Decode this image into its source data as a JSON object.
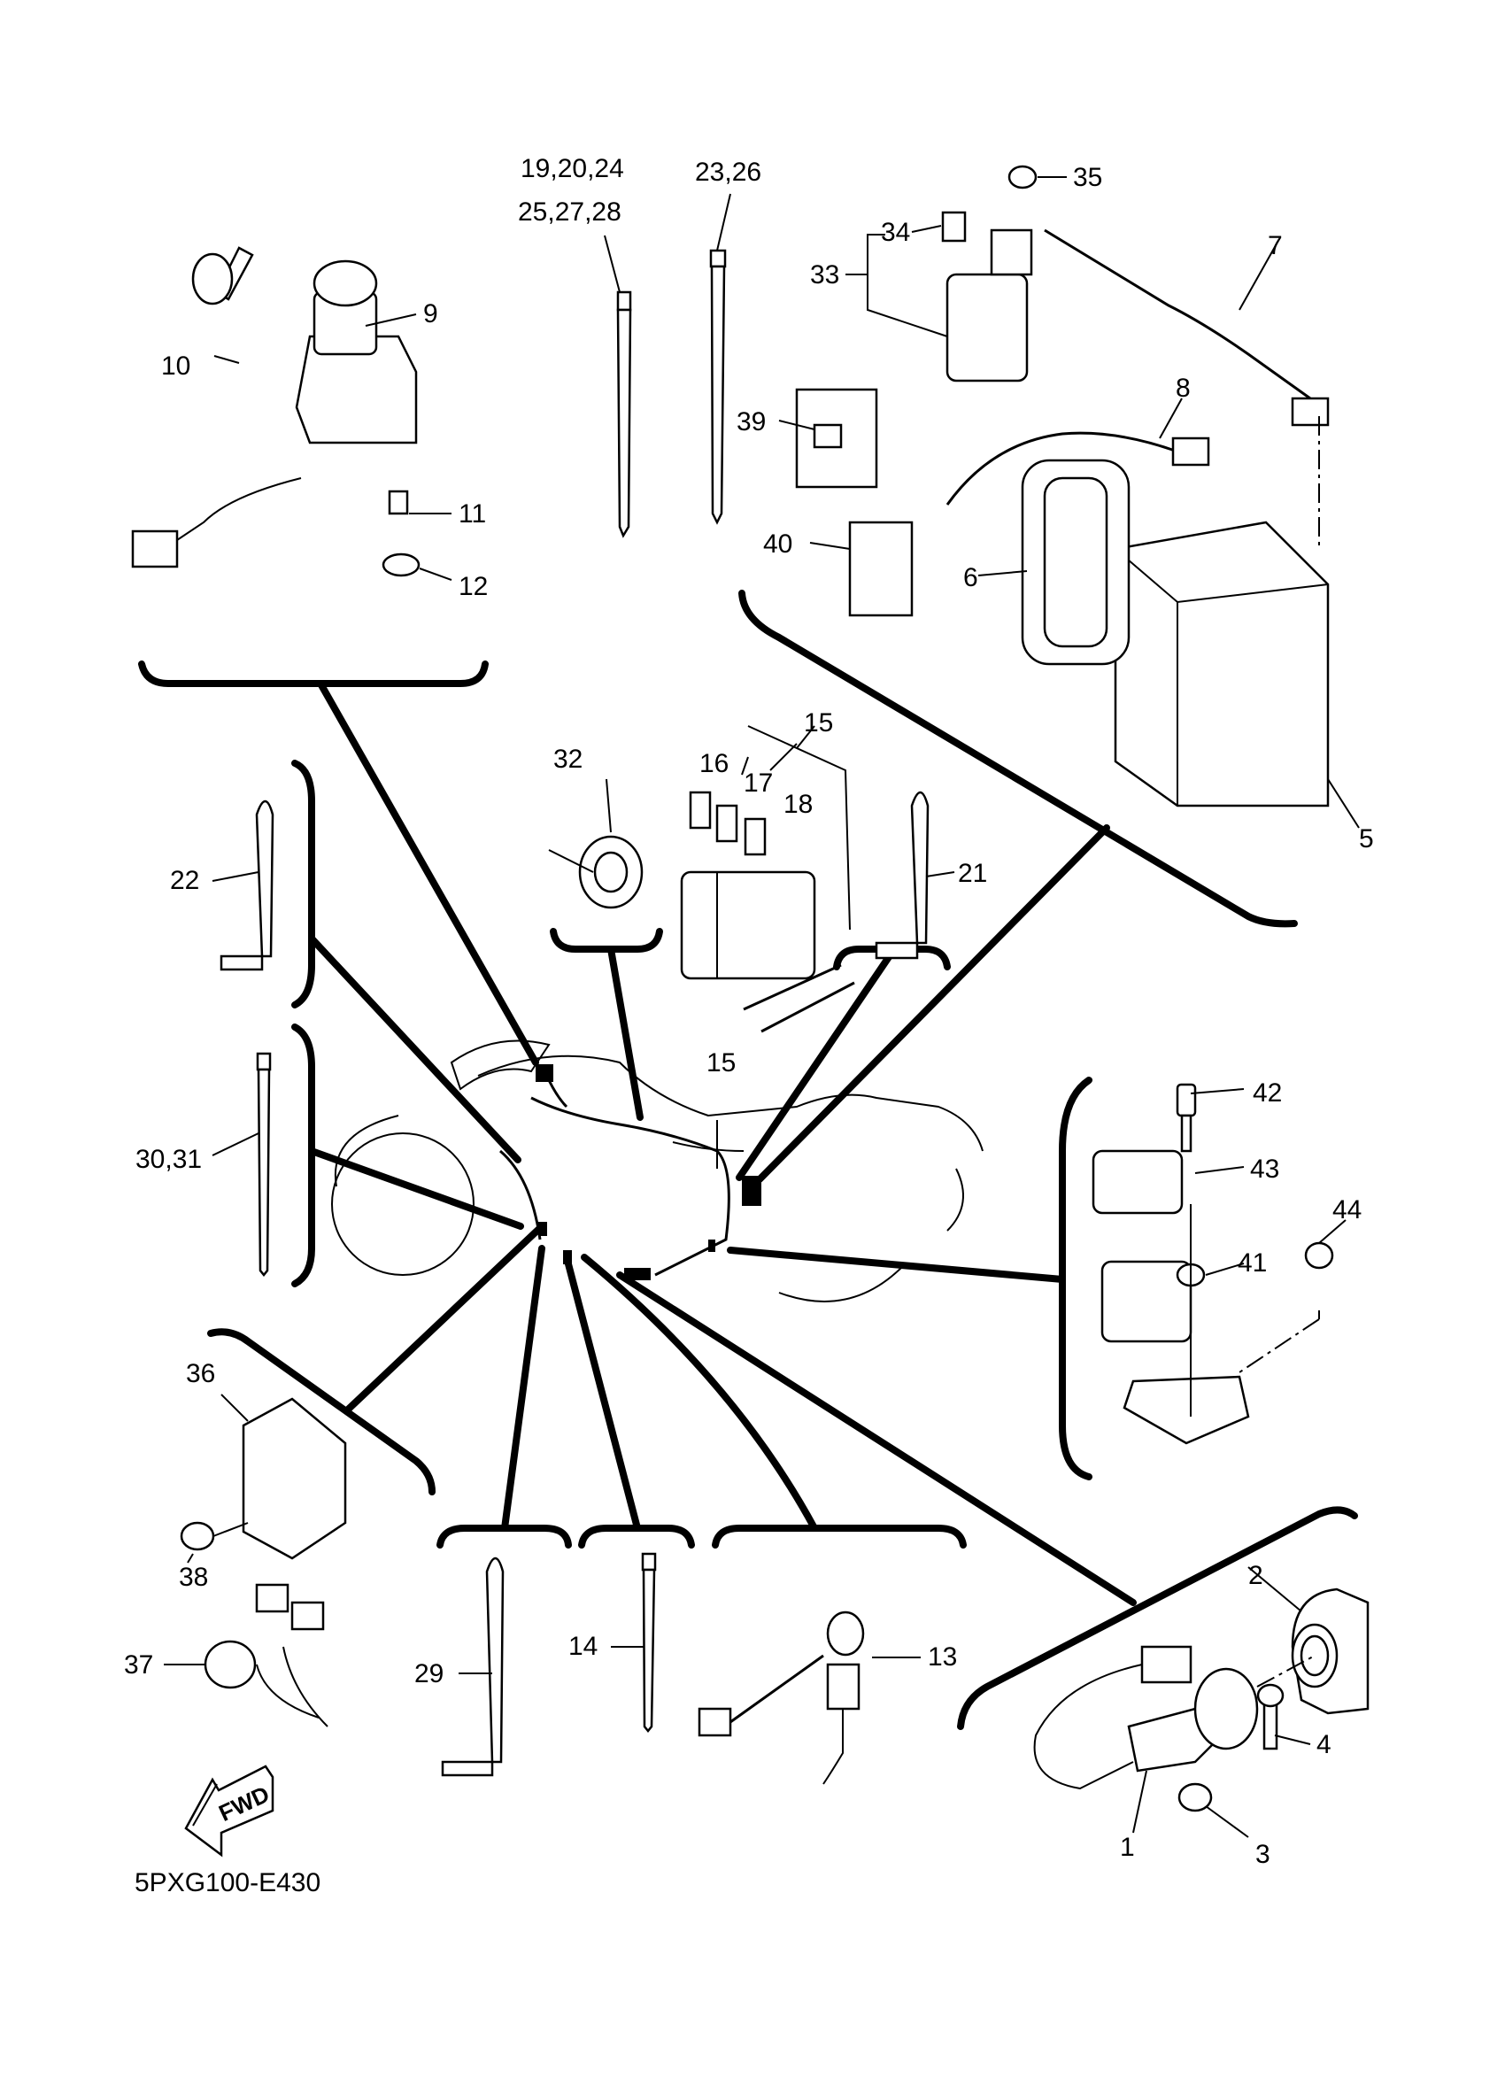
{
  "diagram": {
    "title_code": "5PXG100-E430",
    "direction_marker": "FWD",
    "labels": {
      "p1": "1",
      "p2": "2",
      "p3": "3",
      "p4": "4",
      "p5": "5",
      "p6": "6",
      "p7": "7",
      "p8": "8",
      "p9": "9",
      "p10": "10",
      "p11": "11",
      "p12": "12",
      "p13": "13",
      "p14": "14",
      "p15a": "15",
      "p15b": "15",
      "p16": "16",
      "p17": "17",
      "p18": "18",
      "p19": "19,20,24",
      "p25": "25,27,28",
      "p21": "21",
      "p22": "22",
      "p23": "23,26",
      "p29": "29",
      "p30": "30,31",
      "p32": "32",
      "p33": "33",
      "p34": "34",
      "p35": "35",
      "p36": "36",
      "p37": "37",
      "p38": "38",
      "p39": "39",
      "p40": "40",
      "p41": "41",
      "p42": "42",
      "p43": "43",
      "p44": "44"
    }
  }
}
